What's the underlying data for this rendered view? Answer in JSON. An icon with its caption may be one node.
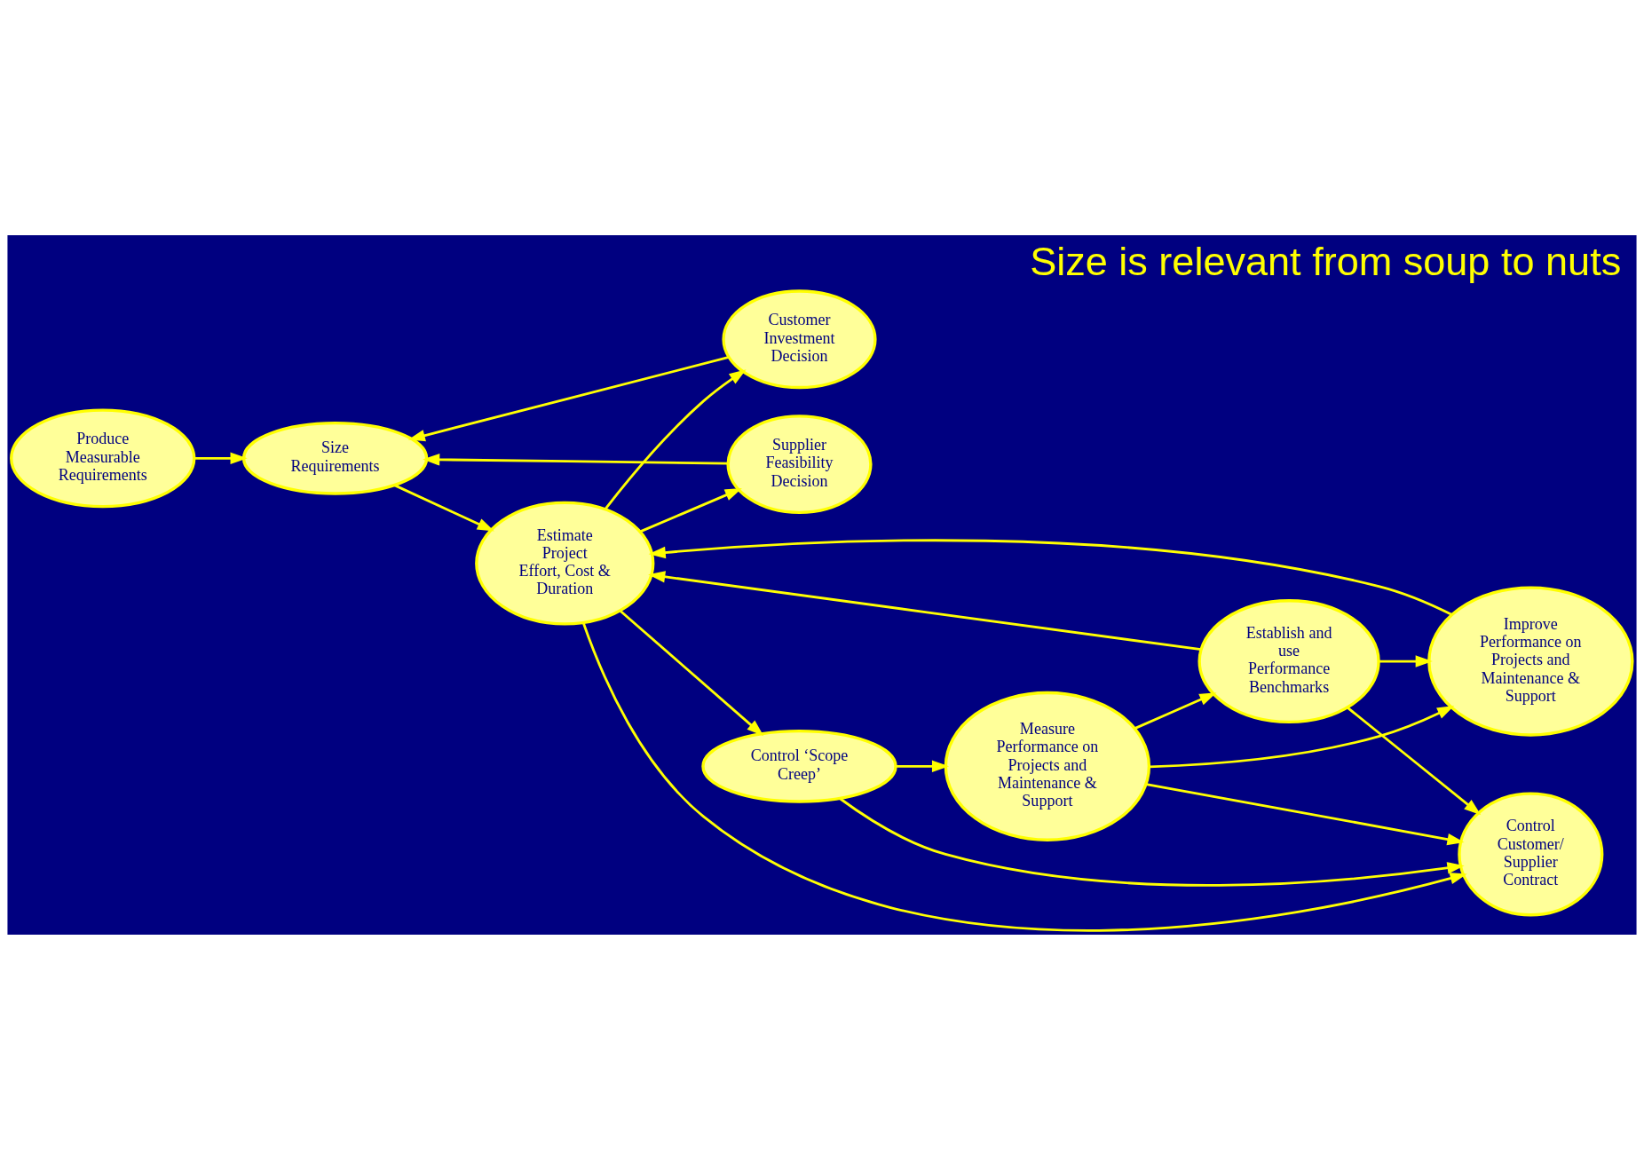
{
  "diagram": {
    "title": "Size is relevant from soup to nuts",
    "nodes": [
      {
        "text": [
          "Produce Measurable Requirements"
        ]
      },
      {
        "text": [
          "Customer Investment Decision"
        ]
      },
      {
        "text": [
          "Size Requirements"
        ]
      },
      {
        "text": [
          "Estimate Project Effort, Cost & Duration"
        ]
      },
      {
        "text": [
          "Supplier Feasibility Decision"
        ]
      },
      {
        "text": [
          "Control ‘Scope Creep’"
        ]
      },
      {
        "text": [
          "Control Customer/ Supplier Contract"
        ]
      },
      {
        "text": [
          "Measure Performance on Projects and Maintenance & Support"
        ]
      },
      {
        "text": [
          "Improve Performance on Projects and Maintenance & Support"
        ]
      },
      {
        "text": [
          "Establish and use Performance Benchmarks"
        ]
      }
    ],
    "edges": [
      {
        "from": 0,
        "to": 2,
        "arrow": "to"
      },
      {
        "from": 1,
        "to": 2,
        "arrow": "to"
      },
      {
        "from": 2,
        "to": 3,
        "arrow": "to"
      },
      {
        "from": 3,
        "to": 1,
        "arrow": "to"
      },
      {
        "from": 3,
        "to": 4,
        "arrow": "to"
      },
      {
        "from": 4,
        "to": 2,
        "arrow": "to"
      },
      {
        "from": 3,
        "to": 6,
        "arrow": "to"
      },
      {
        "from": 3,
        "to": 5,
        "arrow": "to"
      },
      {
        "from": 5,
        "to": 6,
        "arrow": "to"
      },
      {
        "from": 5,
        "to": 7,
        "arrow": "to"
      },
      {
        "from": 7,
        "to": 6,
        "arrow": "to"
      },
      {
        "from": 7,
        "to": 8,
        "arrow": "to"
      },
      {
        "from": 7,
        "to": 9,
        "arrow": "to"
      },
      {
        "from": 9,
        "to": 6,
        "arrow": "to"
      },
      {
        "from": 9,
        "to": 8,
        "arrow": "to"
      },
      {
        "from": 9,
        "to": 3,
        "arrow": "to"
      },
      {
        "from": 8,
        "to": 3,
        "arrow": "to"
      }
    ]
  }
}
